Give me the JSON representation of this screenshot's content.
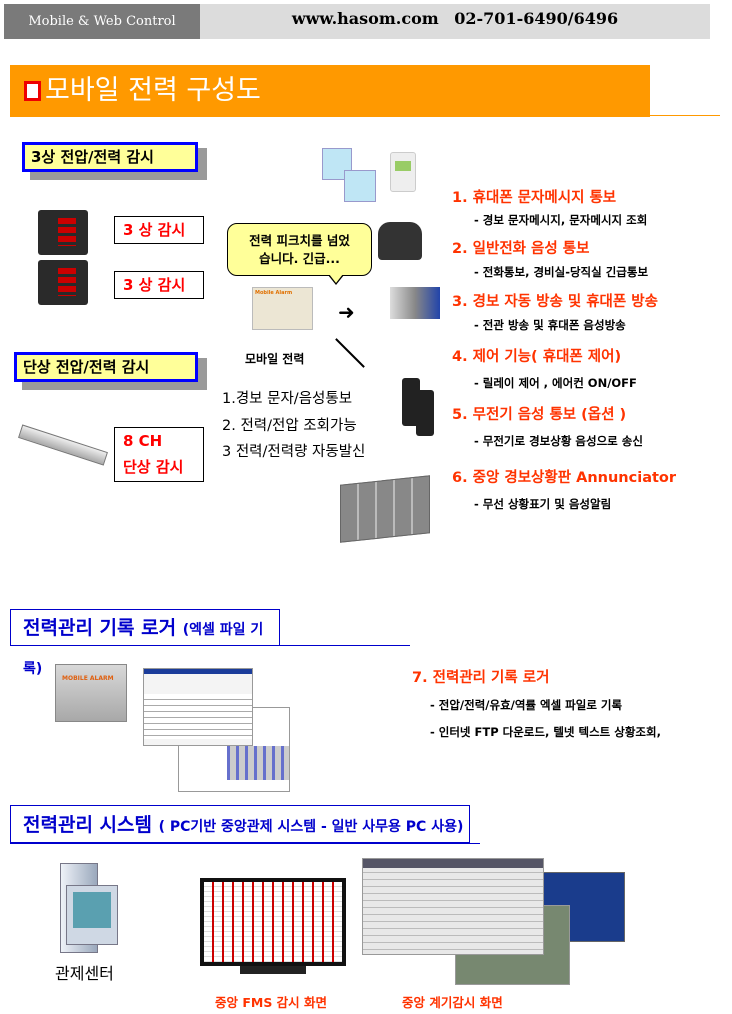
{
  "header": {
    "left": "Mobile & Web Control",
    "website": "www.hasom.com",
    "phone": "02-701-6490/6496"
  },
  "title": "모바일 전력 구성도",
  "left_panel": {
    "three_phase_title": "3상 전압/전력 감시",
    "three_phase_label_1": "3 상 감시",
    "three_phase_label_2": "3 상 감시",
    "single_phase_title": "단상 전압/전력 감시",
    "single_phase_label_line1": "8 CH",
    "single_phase_label_line2": "단상 감시"
  },
  "center": {
    "bubble_line1": "전력 피크치를 넘었",
    "bubble_line2": "습니다. 긴급...",
    "device_label_image": "Mobile Alarm",
    "device_caption": "모바일 전력",
    "features": [
      "1.경보 문자/음성통보",
      "2. 전력/전압 조회가능",
      "3 전력/전력량 자동발신"
    ]
  },
  "right_items": [
    {
      "title": "1. 휴대폰 문자메시지  통보",
      "sub": "- 경보 문자메시지, 문자메시지 조회"
    },
    {
      "title": "2. 일반전화 음성 통보",
      "sub": "- 전화통보, 경비실-당직실 긴급통보"
    },
    {
      "title": "3. 경보 자동 방송 및 휴대폰 방송",
      "sub": "- 전관 방송 및 휴대폰 음성방송"
    },
    {
      "title": "4. 제어 기능( 휴대폰 제어)",
      "sub": "- 릴레이 제어 , 에어컨 ON/OFF"
    },
    {
      "title": "5. 무전기 음성 통보 (옵션 )",
      "sub": "- 무전기로 경보상황 음성으로 송신"
    },
    {
      "title": "6. 중앙 경보상황판 Annunciator",
      "sub": "- 무선 상황표기 및 음성알림"
    }
  ],
  "logger": {
    "section_title": "전력관리 기록 로거",
    "section_sub": "(엑셀 파일 기록)",
    "device_label_image": "MOBILE ALARM",
    "item_title": "7. 전력관리 기록 로거",
    "lines": [
      "- 전압/전력/유효/역률 엑셀 파일로 기록",
      "- 인터넷 FTP 다운로드, 텔넷 텍스트 상황조회,"
    ]
  },
  "system": {
    "section_title": "전력관리 시스템",
    "section_sub": "( PC기반 중앙관제 시스템 - 일반 사무용 PC 사용)",
    "center_caption": "관제센터",
    "fms_caption": "중앙 FMS 감시 화면",
    "meter_caption": "중앙 계기감시 화면"
  },
  "colors": {
    "orange": "#ff9900",
    "blue": "#0000cc",
    "red": "#ff3300",
    "yellow": "#ffff99"
  }
}
